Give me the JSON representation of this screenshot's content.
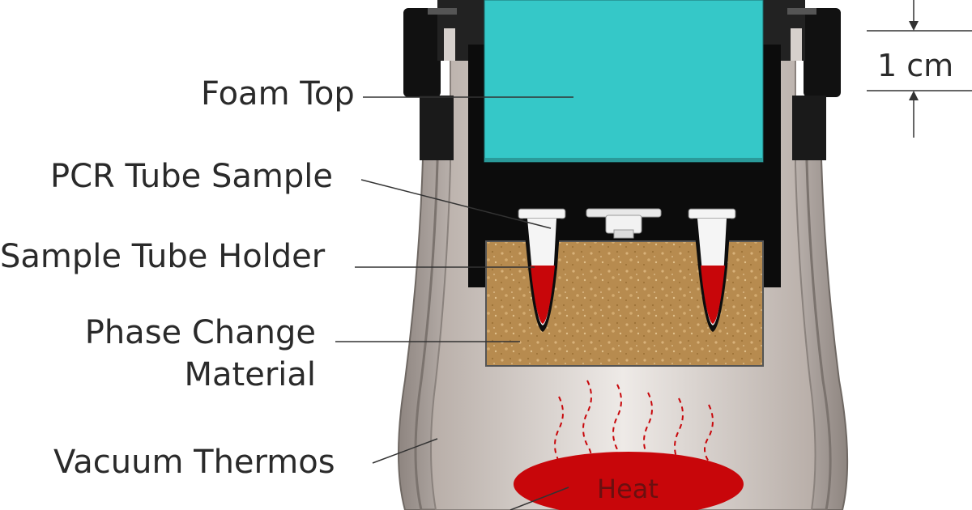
{
  "labels": {
    "foam_top": "Foam Top",
    "pcr_tube_sample": "PCR Tube Sample",
    "sample_tube_holder": "Sample Tube Holder",
    "phase_change_line1": "Phase Change",
    "phase_change_line2": "Material",
    "vacuum_thermos": "Vacuum Thermos",
    "heat": "Heat"
  },
  "scale_bar": {
    "label": "1 cm"
  },
  "colors": {
    "foam": "#35c8c8",
    "phase_change_material": "#b58a4e",
    "sample_liquid": "#c8060a",
    "heat_source": "#c8060a",
    "thermos_body": "#c4bab4",
    "cap": "#0c0c0c"
  },
  "icons": {
    "heat_waves": "dashed-wavy-lines",
    "scale_arrows": "dimension-arrows"
  }
}
